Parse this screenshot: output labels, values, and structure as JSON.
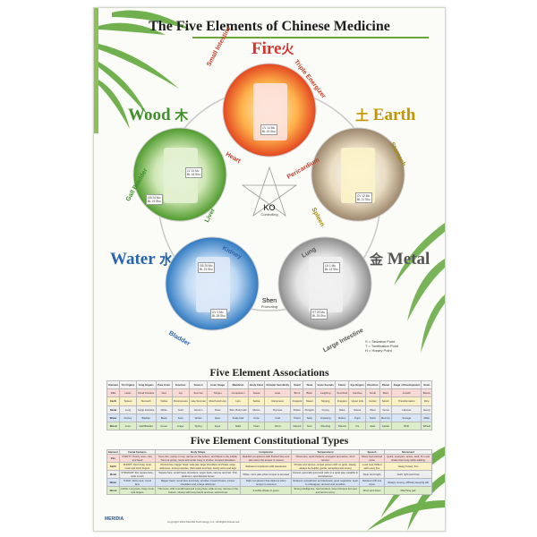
{
  "title": "The Five Elements of Chinese Medicine",
  "elements": {
    "fire": {
      "name": "Fire",
      "char": "火",
      "color": "#d8322d"
    },
    "earth": {
      "name": "Earth",
      "char": "土",
      "color": "#c29500"
    },
    "metal": {
      "name": "Metal",
      "char": "金",
      "color": "#555555"
    },
    "water": {
      "name": "Water",
      "char": "水",
      "color": "#2a63b0"
    },
    "wood": {
      "name": "Wood",
      "char": "木",
      "color": "#3f8f2a"
    }
  },
  "organs": {
    "small_intestine": "Small Intestine",
    "triple_energizer": "Triple Energizer",
    "heart": "Heart",
    "pericardium": "Pericardium",
    "stomach": "Stomach",
    "spleen": "Spleen",
    "lung": "Lung",
    "large_intestine": "Large Intestine",
    "kidney": "Kidney",
    "bladder": "Bladder",
    "liver": "Liver",
    "gall_bladder": "Gall Bladder"
  },
  "center": {
    "ko": "KO",
    "ko_sub": "Controlling",
    "shen": "Shen",
    "shen_sub": "Promoting"
  },
  "mu_shu": {
    "fire": [
      "CV 14 Mu",
      "BL 15 Shu"
    ],
    "earth": [
      "CV 12 Mu",
      "BL 21 Shu"
    ],
    "metal": [
      "LU 1 Mu",
      "BL 13 Shu"
    ],
    "metal2": [
      "ST 25 Mu",
      "BL 25 Shu"
    ],
    "water": [
      "GB 25 Mu",
      "BL 23 Shu"
    ],
    "water2": [
      "CV 3 Mu",
      "BL 28 Shu"
    ],
    "wood": [
      "LV 14 Mu",
      "BL 18 Shu"
    ],
    "wood2": [
      "GB 24 Mu",
      "BL 19 Shu"
    ]
  },
  "legend": [
    "S = Sedation Point",
    "T = Tonification Point",
    "H = Horary Point"
  ],
  "associations": {
    "title": "Five Element Associations",
    "headers": [
      "Element",
      "Yin Organs",
      "Yang Organs",
      "Pure Color",
      "Emotion",
      "Season",
      "Inner Image",
      "Manifests",
      "Body Fluid",
      "Climatic Sensitivity",
      "Smell",
      "Taste",
      "Voice Sounds",
      "Flavor",
      "Eye Region",
      "Direction",
      "Planet",
      "Stage of Development",
      "Grain"
    ],
    "rows": [
      [
        "Fire",
        "Heart",
        "Small Intestine",
        "Red",
        "Joy",
        "Summer",
        "Tongue",
        "Complexion",
        "Sweat",
        "Heat",
        "Burnt",
        "Bitter",
        "Laughing",
        "Scorched",
        "Canthus",
        "South",
        "Mars",
        "Growth",
        "Beans"
      ],
      [
        "Earth",
        "Spleen",
        "Stomach",
        "Yellow",
        "Pensiveness",
        "Late Summer",
        "Mouth and Lips",
        "Lips",
        "Saliva",
        "Dampness",
        "Fragrant",
        "Sweet",
        "Singing",
        "Fragrant",
        "Upper Lids",
        "Center",
        "Saturn",
        "Transformation",
        "Rice"
      ],
      [
        "Metal",
        "Lung",
        "Large Intestine",
        "White",
        "Grief",
        "Autumn",
        "Nose",
        "Skin, Body Hair",
        "Mucus",
        "Dryness",
        "Rotten",
        "Pungent",
        "Crying",
        "Rank",
        "Sclera",
        "West",
        "Venus",
        "Harvest",
        "Hemp"
      ],
      [
        "Water",
        "Kidney",
        "Bladder",
        "Black",
        "Fear",
        "Winter",
        "Ears",
        "Scalp Hair",
        "Urine",
        "Cold",
        "Putrid",
        "Salty",
        "Groaning",
        "Rotten",
        "Pupil",
        "North",
        "Mercury",
        "Storage",
        "Millet"
      ],
      [
        "Wood",
        "Liver",
        "Gall Bladder",
        "Green",
        "Anger",
        "Spring",
        "Eyes",
        "Nails",
        "Tears",
        "Wind",
        "Rancid",
        "Sour",
        "Shouting",
        "Rancid",
        "Iris",
        "East",
        "Jupiter",
        "Birth",
        "Wheat"
      ]
    ]
  },
  "constitutional": {
    "title": "Five Element Constitutional Types",
    "headers": [
      "Element",
      "Facial Features",
      "Body Shape",
      "Complexion",
      "Temperament",
      "Speech",
      "Movement"
    ],
    "rows": [
      [
        "Fire",
        "POINTY: Pointy nose, chin, and head",
        "Torso thin, pointy on top, narrow on the bottom, and flared in the middle. Torso is pointy, round and small, body is shorter, stooped shoulders",
        "Reddish complexion with flushed face and skin when the temper is roused",
        "Observant, quick thinkers, energetic and active, short temper",
        "Sharp high pitched voice",
        "Quick, energetic, active, swift, firm and shake their body while walking"
      ],
      [
        "Earth",
        "SHORT: short body, short neck and short fingers",
        "Round face, bigger head, wide jaw, large shoulders and back, large abdomen, strong muscles, thick waist and hips, sturdy arms and legs",
        "Sallowed complexion with sweetness",
        "Private and sincere, simple person with no guile, steady, always be helpful, gentle, accepting and strong",
        "Loud, less thrilled with every line",
        "Heavy footed, firm"
      ],
      [
        "Metal",
        "STRAIGHT: flat, square face, wide mouth",
        "Square face, small head, shoulders, upper back, narrow, and fast. Thin abdomen, and delicate bones",
        "White, turns pale when temper is aroused",
        "Honest, generally good and calm in a quiet way, capable in decisiveness",
        "Clear and bright",
        "Swift, light and brisk"
      ],
      [
        "Water",
        "THICK: thick neck, round face",
        "Bigger head, round face and body, wrinkles, broad cheeks, narrow shoulders and a large abdomen",
        "Dark complexion that darkens when temper is aroused",
        "Relaxed, sympathetic and laid-back, good negotiator, loyal to colleagues, anxious and sensitive",
        "Relaxed with low tones",
        "Always moving, difficulty keeping still"
      ],
      [
        "Wood",
        "LONG: Long face, body, trunk and fingers",
        "Thin torso, with a small head and a long face; wide on top, narrow on the bottom, sinewy with long hands and feet, well-formed",
        "A subtle shade of green",
        "Strong intelligence, hard workers, have firmness but soul and tend to worry",
        "Short and direct",
        "Marching gait"
      ]
    ]
  },
  "footer": {
    "brand": "MERIDIA",
    "copyright": "Copyright 2019 Meridia Technology, Inc. All Rights Reserved."
  }
}
